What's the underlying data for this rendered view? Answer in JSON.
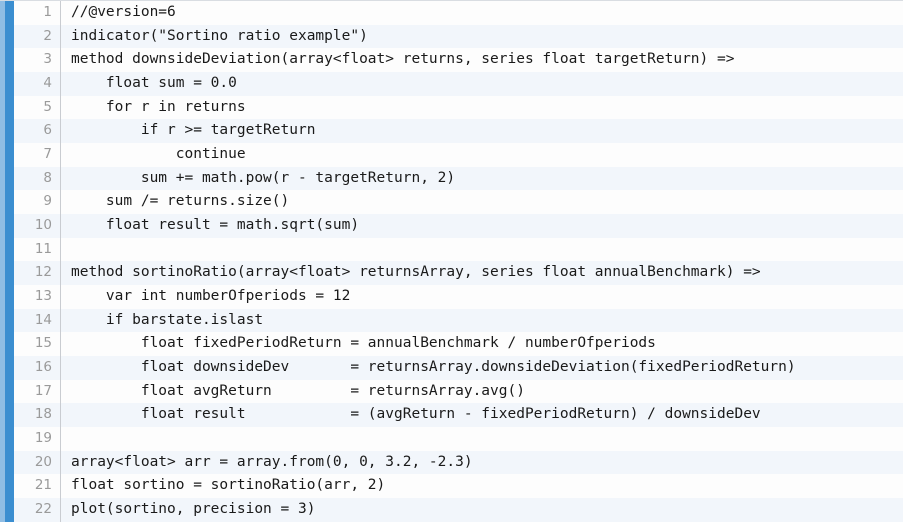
{
  "editor": {
    "language": "pinescript",
    "colors": {
      "accent_outer": "#8fbde4",
      "accent_inner": "#3b8ed0",
      "row_odd_bg": "#fdfdfd",
      "row_even_bg": "#f2f6fb",
      "gutter_separator": "#c9ccd1",
      "line_number": "#9a9a9a",
      "code_text": "#1a1a1a"
    },
    "first_line_number": 1,
    "total_lines": 22,
    "lines": [
      {
        "number": "1",
        "text": "//@version=6"
      },
      {
        "number": "2",
        "text": "indicator(\"Sortino ratio example\")"
      },
      {
        "number": "3",
        "text": "method downsideDeviation(array<float> returns, series float targetReturn) =>"
      },
      {
        "number": "4",
        "text": "    float sum = 0.0"
      },
      {
        "number": "5",
        "text": "    for r in returns"
      },
      {
        "number": "6",
        "text": "        if r >= targetReturn"
      },
      {
        "number": "7",
        "text": "            continue"
      },
      {
        "number": "8",
        "text": "        sum += math.pow(r - targetReturn, 2)"
      },
      {
        "number": "9",
        "text": "    sum /= returns.size()"
      },
      {
        "number": "10",
        "text": "    float result = math.sqrt(sum)"
      },
      {
        "number": "11",
        "text": ""
      },
      {
        "number": "12",
        "text": "method sortinoRatio(array<float> returnsArray, series float annualBenchmark) =>"
      },
      {
        "number": "13",
        "text": "    var int numberOfperiods = 12"
      },
      {
        "number": "14",
        "text": "    if barstate.islast"
      },
      {
        "number": "15",
        "text": "        float fixedPeriodReturn = annualBenchmark / numberOfperiods"
      },
      {
        "number": "16",
        "text": "        float downsideDev       = returnsArray.downsideDeviation(fixedPeriodReturn)"
      },
      {
        "number": "17",
        "text": "        float avgReturn         = returnsArray.avg()"
      },
      {
        "number": "18",
        "text": "        float result            = (avgReturn - fixedPeriodReturn) / downsideDev"
      },
      {
        "number": "19",
        "text": ""
      },
      {
        "number": "20",
        "text": "array<float> arr = array.from(0, 0, 3.2, -2.3)"
      },
      {
        "number": "21",
        "text": "float sortino = sortinoRatio(arr, 2)"
      },
      {
        "number": "22",
        "text": "plot(sortino, precision = 3)"
      }
    ]
  }
}
